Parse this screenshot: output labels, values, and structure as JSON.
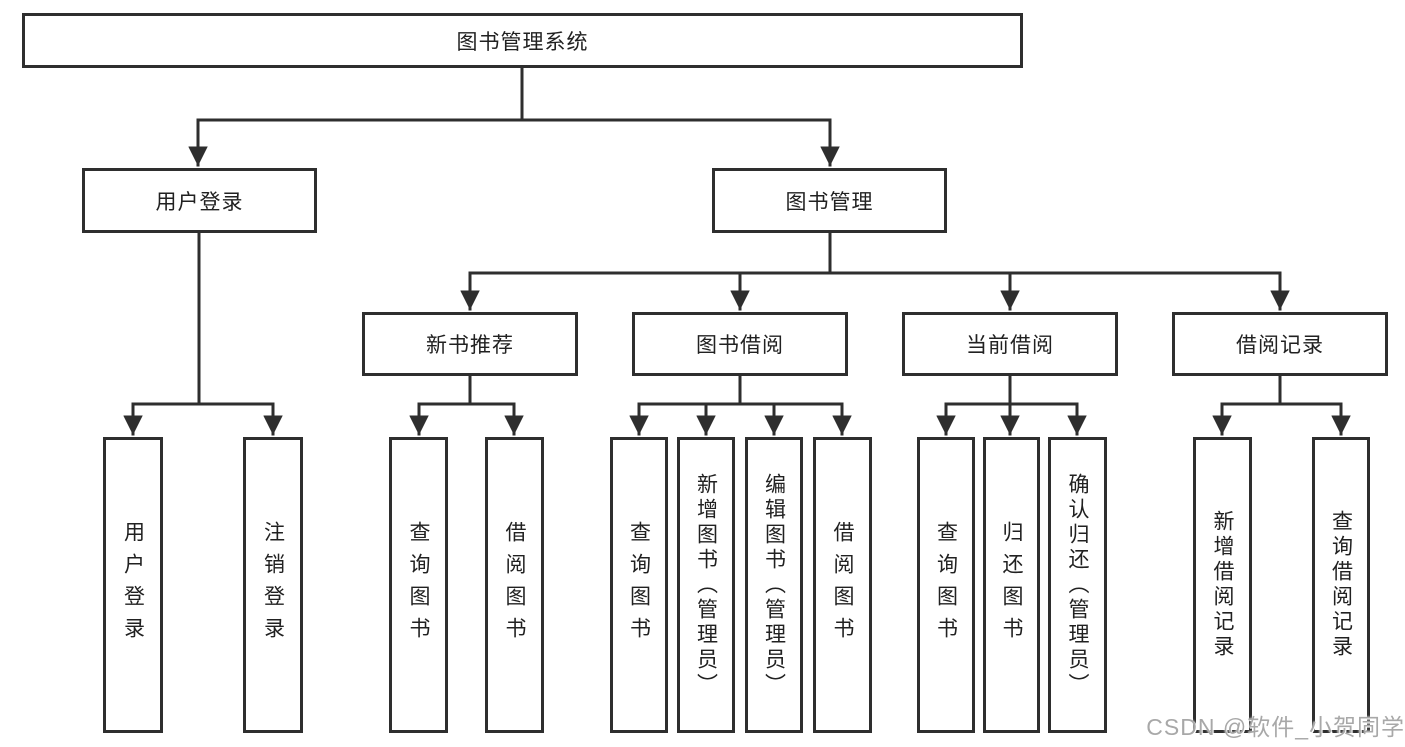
{
  "diagram": {
    "root_label": "图书管理系统",
    "level2": {
      "login": "用户登录",
      "management": "图书管理"
    },
    "level3": {
      "new_books": "新书推荐",
      "book_borrow": "图书借阅",
      "current_borrow": "当前借阅",
      "borrow_records": "借阅记录"
    },
    "leaves": {
      "login": [
        "用户登录",
        "注销登录"
      ],
      "new_books": [
        "查询图书",
        "借阅图书"
      ],
      "book_borrow": [
        "查询图书",
        "新增图书（管理员）",
        "编辑图书（管理员）",
        "借阅图书"
      ],
      "current_borrow": [
        "查询图书",
        "归还图书",
        "确认归还（管理员）"
      ],
      "borrow_records": [
        "新增借阅记录",
        "查询借阅记录"
      ]
    }
  },
  "colors": {
    "line": "#2e2e2e",
    "text": "#212121",
    "background": "#ffffff",
    "watermark": "#a8a8a8"
  },
  "watermark": {
    "text": "CSDN @软件_小贺同学"
  }
}
